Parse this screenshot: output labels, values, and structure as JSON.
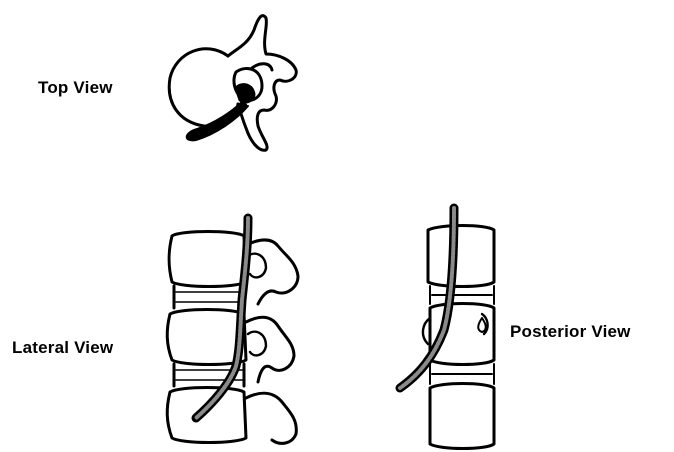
{
  "labels": {
    "top_view": "Top View",
    "lateral_view": "Lateral View",
    "posterior_view": "Posterior View"
  },
  "colors": {
    "ink": "#000000",
    "paper": "#ffffff",
    "catheter": "#555555"
  }
}
